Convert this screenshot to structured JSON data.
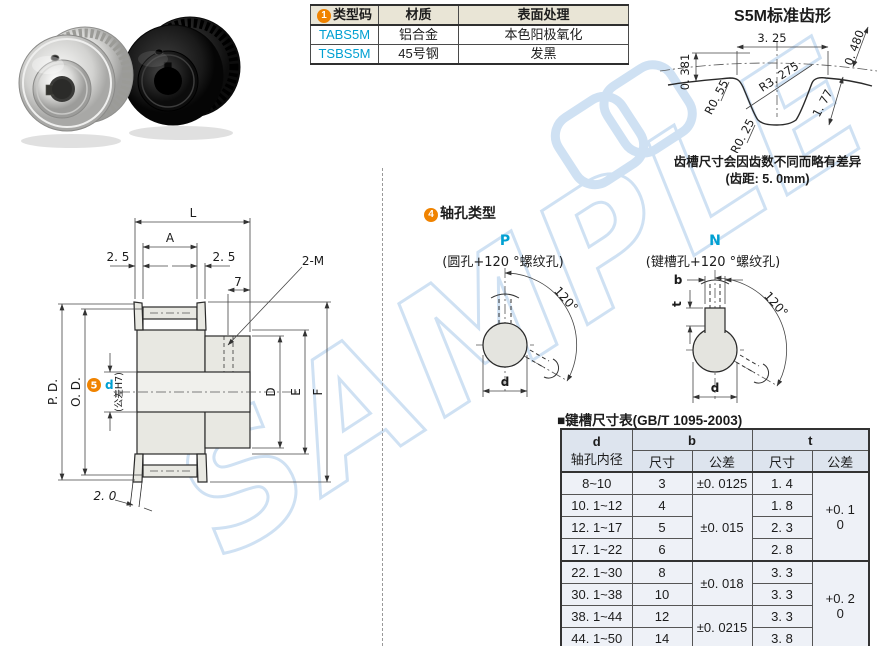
{
  "colors": {
    "accent_cyan": "#00a0d2",
    "accent_orange": "#f08300",
    "watermark_blue": "#cfe1f3",
    "spec_header_bg": "#e9e5d6",
    "keyway_header_bg": "#dde4ee",
    "keyway_row_bg": "#eef1f7",
    "drawing_fill": "#e8e8e2"
  },
  "watermark": {
    "text": "SAMPLE"
  },
  "spec_table": {
    "badge": "1",
    "headers": [
      "类型码",
      "材质",
      "表面处理"
    ],
    "rows": [
      {
        "code": "TABS5M",
        "material": "铝合金",
        "finish": "本色阳极氧化"
      },
      {
        "code": "TSBS5M",
        "material": "45号钢",
        "finish": "发黑"
      }
    ]
  },
  "tooth_profile": {
    "title": "S5M标准齿形",
    "dim_pitch": "3. 25",
    "dim_depth": "0. 480",
    "dim_height": "0. 381",
    "dim_r_flank": "R3. 275",
    "dim_r_top": "R0. 55",
    "dim_r_root": "R0. 25",
    "dim_side": "1. 77",
    "note1": "齿槽尺寸会因齿数不同而略有差异",
    "note2": "(齿距: 5. 0mm)"
  },
  "main_drawing": {
    "dim_L": "L",
    "dim_A": "A",
    "dim_25_left": "2. 5",
    "dim_25_right": "2. 5",
    "dim_7": "7",
    "dim_screw": "2-M",
    "dim_PD": "P. D.",
    "dim_OD": "O. D.",
    "bore_badge": "5",
    "bore_d": "d",
    "bore_tol": "(公差H7)",
    "dim_D": "D",
    "dim_E": "E",
    "dim_F": "F",
    "dim_flange": "2. 0"
  },
  "bore_types": {
    "badge": "4",
    "title": "轴孔类型",
    "p_label": "P",
    "p_desc": "(圆孔+120 °螺纹孔)",
    "p_angle": "120°",
    "p_d": "d",
    "n_label": "N",
    "n_desc": "(键槽孔+120 °螺纹孔)",
    "n_angle": "120°",
    "n_b": "b",
    "n_t": "t",
    "n_d": "d"
  },
  "keyway_table": {
    "title": "■键槽尺寸表(GB/T 1095-2003)",
    "head_d": "d",
    "head_d_sub": "轴孔内径",
    "head_b": "b",
    "head_t": "t",
    "head_size1": "尺寸",
    "head_tol1": "公差",
    "head_size2": "尺寸",
    "head_tol2": "公差",
    "rows": [
      {
        "range": "8~10",
        "b": "3",
        "t": "1. 4"
      },
      {
        "range": "10. 1~12",
        "b": "4",
        "t": "1. 8"
      },
      {
        "range": "12. 1~17",
        "b": "5",
        "t": "2. 3"
      },
      {
        "range": "17. 1~22",
        "b": "6",
        "t": "2. 8"
      },
      {
        "range": "22. 1~30",
        "b": "8",
        "t": "3. 3"
      },
      {
        "range": "30. 1~38",
        "b": "10",
        "t": "3. 3"
      },
      {
        "range": "38. 1~44",
        "b": "12",
        "t": "3. 3"
      },
      {
        "range": "44. 1~50",
        "b": "14",
        "t": "3. 8"
      }
    ],
    "b_tol_1": "±0. 0125",
    "b_tol_2": "±0. 015",
    "b_tol_3": "±0. 018",
    "b_tol_4": "±0. 0215",
    "t_tol_1a": "+0. 1",
    "t_tol_1b": "0",
    "t_tol_2a": "+0. 2",
    "t_tol_2b": "0"
  }
}
